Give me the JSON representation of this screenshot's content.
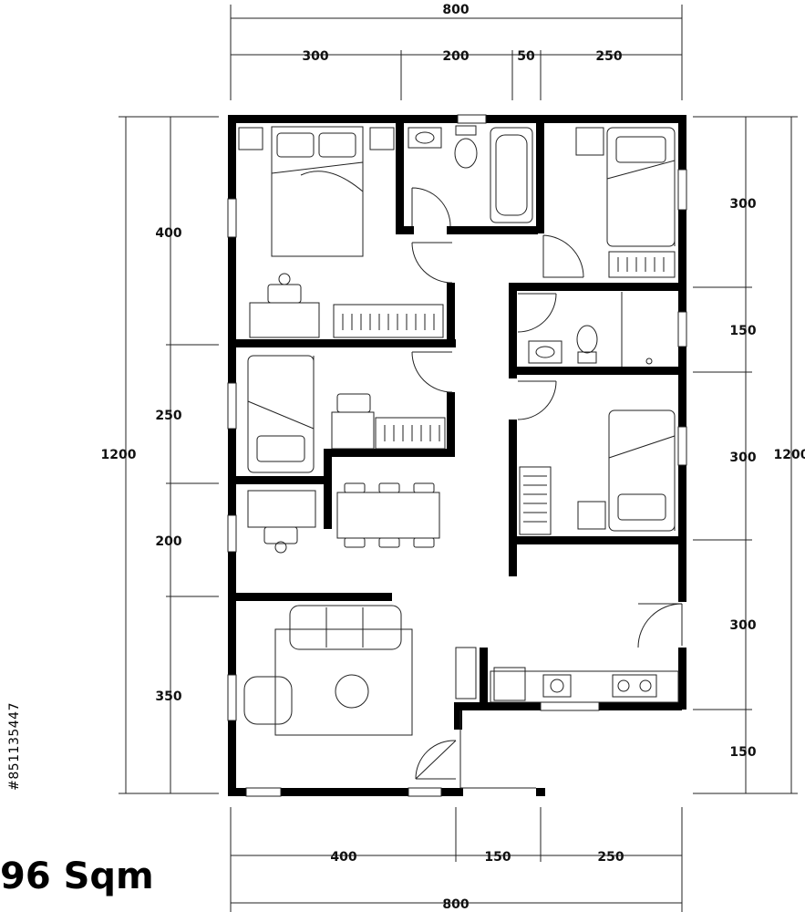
{
  "plan_title": "96 Sqm",
  "stock_id": "#851135447",
  "dimensions": {
    "top_total": "800",
    "top_segments": [
      "300",
      "200",
      "50",
      "250"
    ],
    "bottom_total": "800",
    "bottom_segments": [
      "400",
      "150",
      "250"
    ],
    "left_total": "1200",
    "left_segments": [
      "400",
      "250",
      "200",
      "350"
    ],
    "right_total": "1200",
    "right_segments": [
      "300",
      "150",
      "300",
      "300",
      "150"
    ]
  }
}
